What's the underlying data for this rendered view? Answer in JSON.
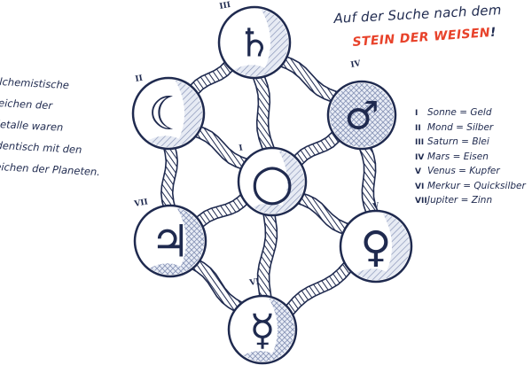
{
  "heading": {
    "line1": "Auf der Suche nach dem",
    "line2_highlight": "STEIN DER WEISEN",
    "line2_end": "!"
  },
  "note_lines": [
    "lchemistische",
    "eichen der",
    "letalle waren",
    "dentisch mit den",
    "eichen der Planeten."
  ],
  "legend": [
    {
      "num": "I",
      "text": "Sonne = Geld"
    },
    {
      "num": "II",
      "text": "Mond = Silber"
    },
    {
      "num": "III",
      "text": "Saturn = Blei"
    },
    {
      "num": "IV",
      "text": "Mars = Eisen"
    },
    {
      "num": "V",
      "text": "Venus = Kupfer"
    },
    {
      "num": "VI",
      "text": "Merkur = Quicksilber"
    },
    {
      "num": "VII",
      "text": "Jupiter = Zinn"
    }
  ],
  "nodes": [
    {
      "id": "saturn",
      "numeral": "III",
      "symbol": "♄"
    },
    {
      "id": "moon",
      "numeral": "II",
      "symbol": "☾"
    },
    {
      "id": "mars",
      "numeral": "IV",
      "symbol": "♂"
    },
    {
      "id": "sun",
      "numeral": "I",
      "symbol": "○"
    },
    {
      "id": "jupiter",
      "numeral": "VII",
      "symbol": "♃"
    },
    {
      "id": "venus",
      "numeral": "V",
      "symbol": "♀"
    },
    {
      "id": "mercury",
      "numeral": "VI",
      "symbol": "☿"
    }
  ],
  "colors": {
    "ink": "#1f2a4f",
    "accent": "#e8422a",
    "hatch": "#9aa6c4"
  }
}
